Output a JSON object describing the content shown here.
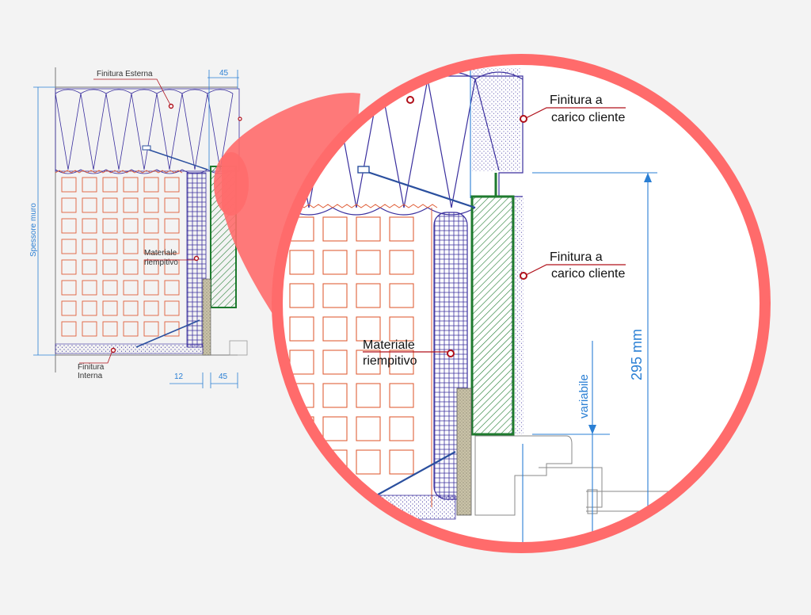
{
  "small_drawing": {
    "labels": {
      "finitura_esterna": "Finitura Esterna",
      "materiale": "Materiale",
      "riempitivo": "riempitivo",
      "finitura": "Finitura",
      "interna": "Interna",
      "spessore_muro": "Spessore muro"
    },
    "dims": {
      "top": "45",
      "bottom_left": "12",
      "bottom_right": "45"
    }
  },
  "zoom_drawing": {
    "labels": {
      "finitura_a_1": "Finitura a",
      "carico_cliente_1": "carico cliente",
      "finitura_a_2": "Finitura a",
      "carico_cliente_2": "carico cliente",
      "materiale": "Materiale",
      "riempitivo": "riempitivo"
    },
    "dims": {
      "height": "295 mm",
      "variable": "variabile"
    }
  },
  "colors": {
    "insulation": "#3a2f9e",
    "brick": "#e0603a",
    "frame_green": "#1e7a2e",
    "dim_blue": "#2a7fd4",
    "magnifier": "#ff6b6b",
    "label_dot": "#b0101a"
  }
}
